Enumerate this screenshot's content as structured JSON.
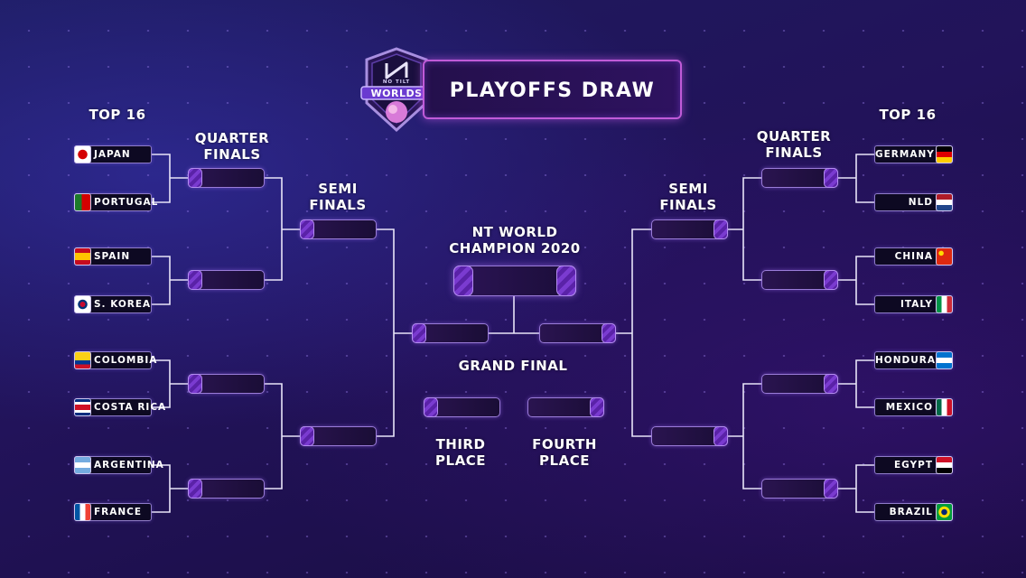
{
  "header": {
    "logo_small": "NO TILT",
    "logo_big": "WORLDS",
    "title": "PLAYOFFS DRAW"
  },
  "labels": {
    "top16_left": "TOP 16",
    "top16_right": "TOP 16",
    "quarter_left": "QUARTER\nFINALS",
    "quarter_right": "QUARTER\nFINALS",
    "semi_left": "SEMI\nFINALS",
    "semi_right": "SEMI\nFINALS",
    "champion": "NT WORLD\nCHAMPION 2020",
    "grand_final": "GRAND FINAL",
    "third": "THIRD\nPLACE",
    "fourth": "FOURTH\nPLACE"
  },
  "teams_left": [
    "JAPAN",
    "PORTUGAL",
    "SPAIN",
    "S. KOREA",
    "COLOMBIA",
    "COSTA RICA",
    "ARGENTINA",
    "FRANCE"
  ],
  "teams_right": [
    "GERMANY",
    "NLD",
    "CHINA",
    "ITALY",
    "HONDURAS",
    "MEXICO",
    "EGYPT",
    "BRAZIL"
  ],
  "colors": {
    "accent": "#9a7cd8",
    "title_border": "#c05bd8",
    "background": "#1d1b5e"
  }
}
